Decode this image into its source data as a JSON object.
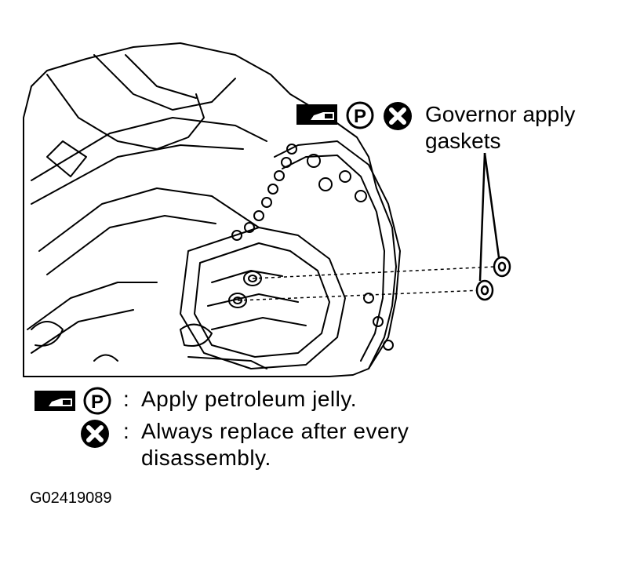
{
  "callout": {
    "line1": "Governor apply",
    "line2": "gaskets",
    "icons": [
      "petroleum-jelly-tube-icon",
      "petroleum-jelly-p-icon",
      "always-replace-x-icon"
    ]
  },
  "legend": {
    "items": [
      {
        "icons": [
          "petroleum-jelly-tube-icon",
          "petroleum-jelly-p-icon"
        ],
        "separator": ":",
        "text": "Apply petroleum jelly."
      },
      {
        "icons": [
          "always-replace-x-icon"
        ],
        "separator": ":",
        "text_line1": "Always replace after every",
        "text_line2": "disassembly."
      }
    ]
  },
  "figure_code": "G02419089",
  "colors": {
    "ink": "#000000",
    "paper": "#ffffff"
  }
}
